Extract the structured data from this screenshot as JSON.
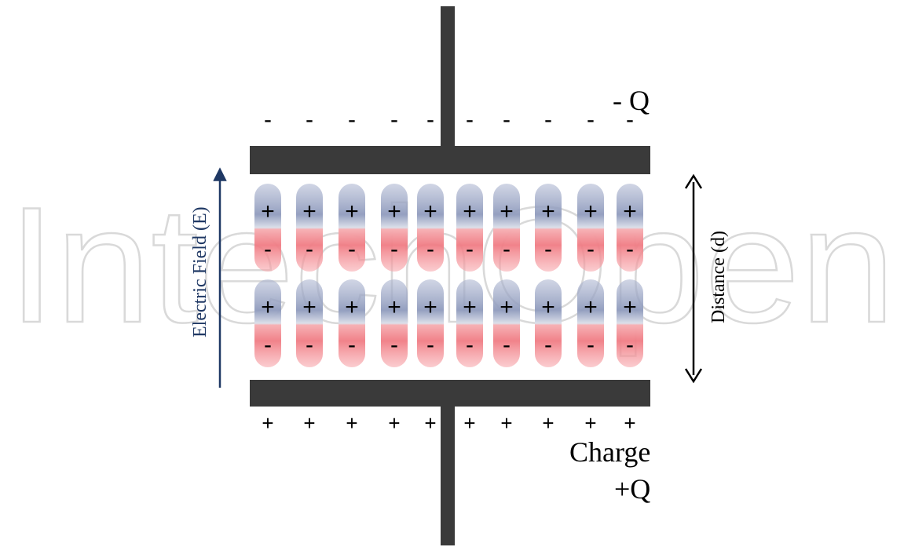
{
  "diagram": {
    "charge_top_label": "- Q",
    "charge_bottom_label_line1": "Charge",
    "charge_bottom_label_line2": "+Q",
    "field_label": "Electric Field (E)",
    "distance_label": "Distance (d)",
    "watermark_text": "IntechOpen",
    "dipole_rows": 2,
    "dipoles_per_row": 10,
    "top_plate_charges": [
      "-",
      "-",
      "-",
      "-",
      "-",
      "-",
      "-",
      "-",
      "-",
      "-"
    ],
    "bottom_plate_charges": [
      "+",
      "+",
      "+",
      "+",
      "+",
      "+",
      "+",
      "+",
      "+",
      "+"
    ],
    "dipole_plus_sign": "+",
    "dipole_minus_sign": "-"
  },
  "colors": {
    "plate": "#3a3a3a",
    "field_arrow": "#1f3864",
    "distance_arrow": "#000000",
    "dipole_positive": "#8a96b8",
    "dipole_negative": "#f08080",
    "watermark": "#d9d9d9"
  }
}
